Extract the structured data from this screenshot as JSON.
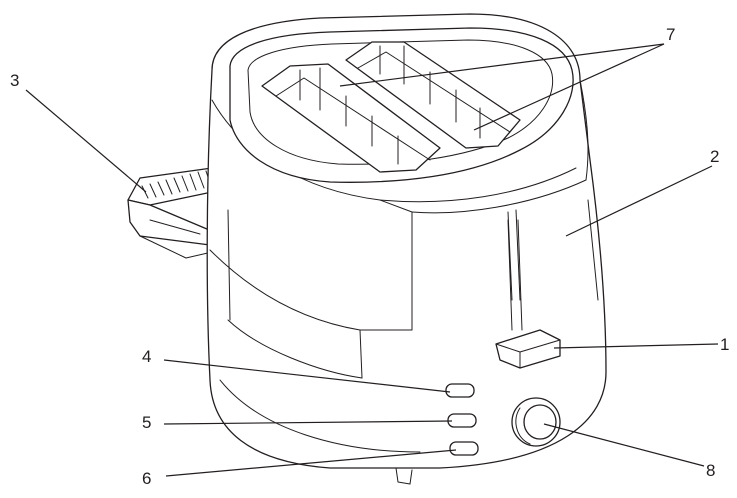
{
  "callouts": [
    {
      "id": "1",
      "label": "1"
    },
    {
      "id": "2",
      "label": "2"
    },
    {
      "id": "3",
      "label": "3"
    },
    {
      "id": "4",
      "label": "4"
    },
    {
      "id": "5",
      "label": "5"
    },
    {
      "id": "6",
      "label": "6"
    },
    {
      "id": "7",
      "label": "7"
    },
    {
      "id": "8",
      "label": "8"
    }
  ],
  "colors": {
    "line": "#231f20",
    "background": "#ffffff"
  }
}
